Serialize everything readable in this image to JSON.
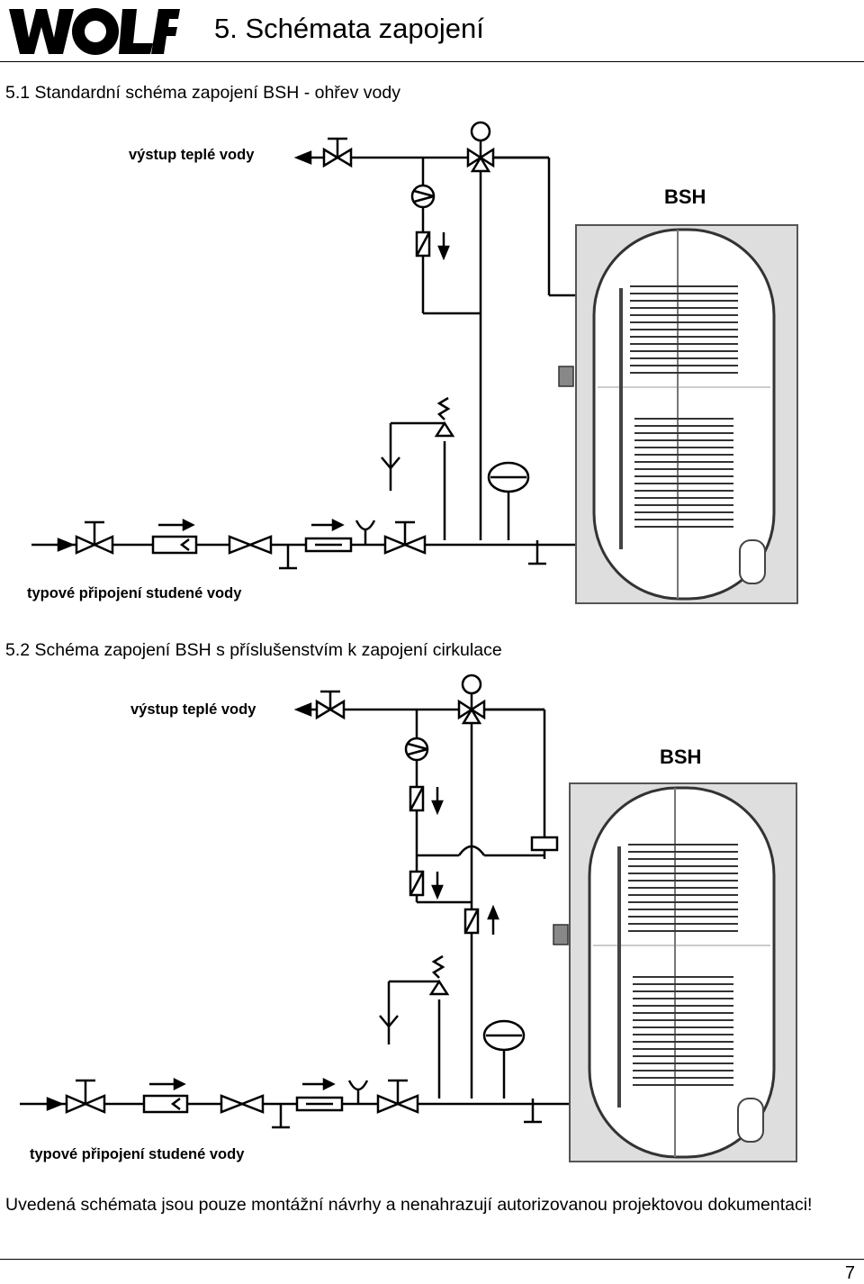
{
  "header": {
    "logo_text": "WOLF",
    "title": "5. Schémata zapojení"
  },
  "sections": [
    {
      "title": "5.1 Standardní schéma zapojení BSH - ohřev vody",
      "label_hot": "výstup teplé vody",
      "label_cold": "typové připojení studené vody",
      "tank_label": "BSH"
    },
    {
      "title": "5.2 Schéma zapojení BSH s příslušenstvím k zapojení cirkulace",
      "label_hot": "výstup teplé vody",
      "label_cold": "typové připojení studené vody",
      "tank_label": "BSH"
    }
  ],
  "note": "Uvedená schémata jsou pouze montážní návrhy a nenahrazují autorizovanou projektovou dokumentaci!",
  "page_number": "7"
}
